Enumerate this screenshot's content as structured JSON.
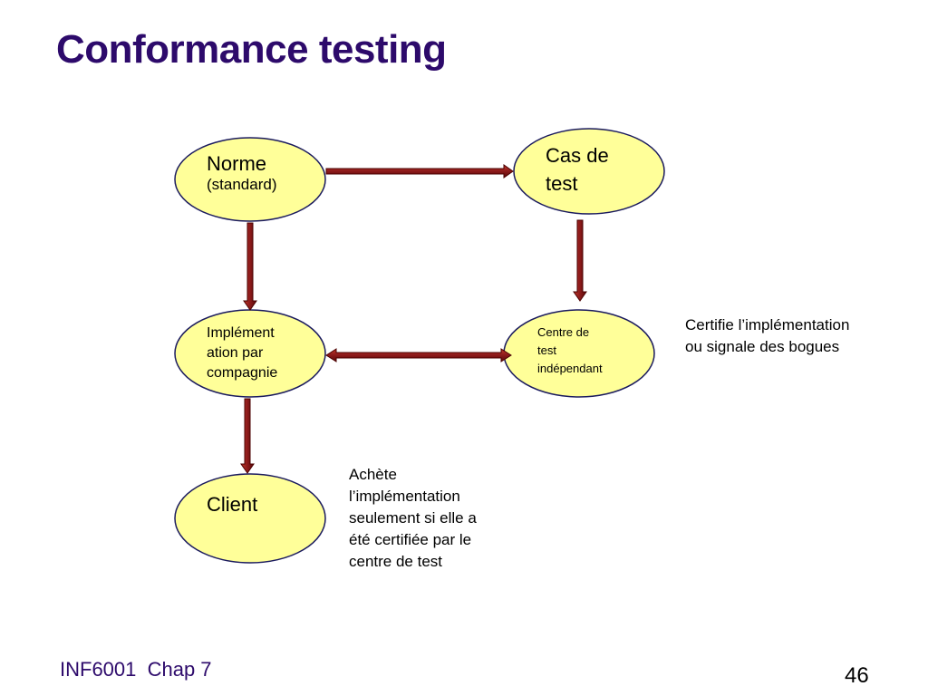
{
  "slide": {
    "title": "Conformance testing",
    "footer": "INF6001  Chap 7",
    "page_number": "46"
  },
  "nodes": {
    "norme": {
      "line1": "Norme",
      "line2": "(standard)"
    },
    "cas_de_test": {
      "line1": "Cas de",
      "line2": "test"
    },
    "implementation": {
      "line1": "Implément",
      "line2": "ation par",
      "line3": "compagnie"
    },
    "centre": {
      "line1": "Centre de",
      "line2": "test",
      "line3": "indépendant"
    },
    "client": {
      "line1": "Client"
    }
  },
  "annotations": {
    "certifie": {
      "line1": "Certifie l’implémentation",
      "line2": "ou signale des bogues"
    },
    "achete": {
      "line1": "Achète",
      "line2": "l’implémentation",
      "line3": "seulement si elle a",
      "line4": "été certifiée par le",
      "line5": "centre de test"
    }
  },
  "colors": {
    "title": "#2d0a6b",
    "node_fill": "#ffff99",
    "node_stroke": "#1a1a5e",
    "arrow_fill": "#8b1a1a",
    "arrow_stroke": "#4a0000"
  }
}
